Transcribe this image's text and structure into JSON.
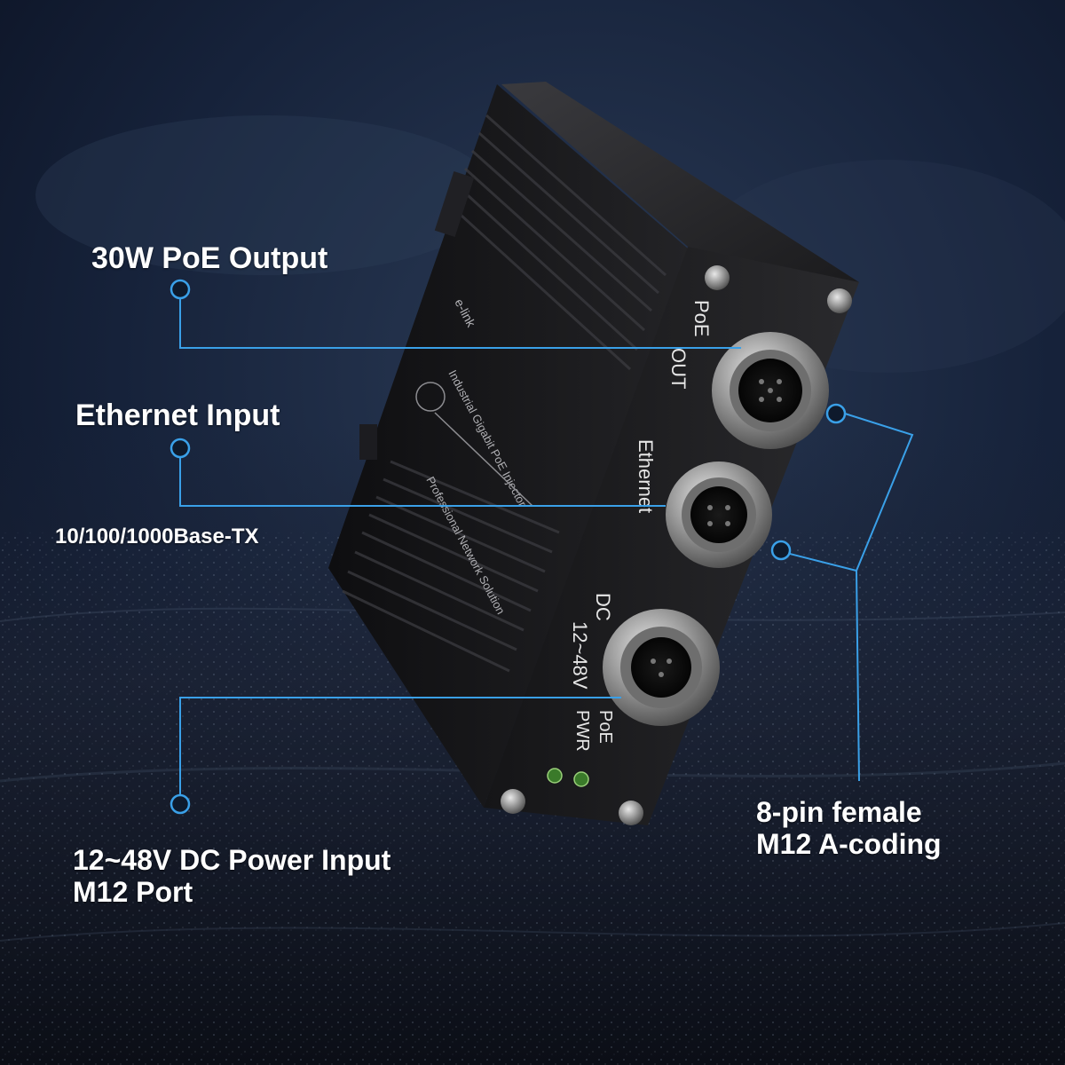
{
  "callouts": {
    "poe_output": "30W PoE Output",
    "ethernet_input": "Ethernet Input",
    "ethernet_speed": "10/100/1000Base-TX",
    "power_input_line1": "12~48V DC Power Input",
    "power_input_line2": "M12 Port",
    "connector_line1": "8-pin female",
    "connector_line2": "M12 A-coding"
  },
  "device": {
    "brand": "e-link",
    "product_line1": "Industrial Gigabit PoE Injector",
    "product_line2": "Professional Network Solution",
    "port_poe_out_line1": "PoE",
    "port_poe_out_line2": "OUT",
    "port_ethernet": "Ethernet",
    "port_dc_line1": "DC",
    "port_dc_line2": "12~48V",
    "led_poe": "PoE",
    "led_pwr": "PWR"
  },
  "colors": {
    "callout_line": "#3aa0e8",
    "background": "#0f1a2b",
    "device_body": "#1a1a1c"
  }
}
